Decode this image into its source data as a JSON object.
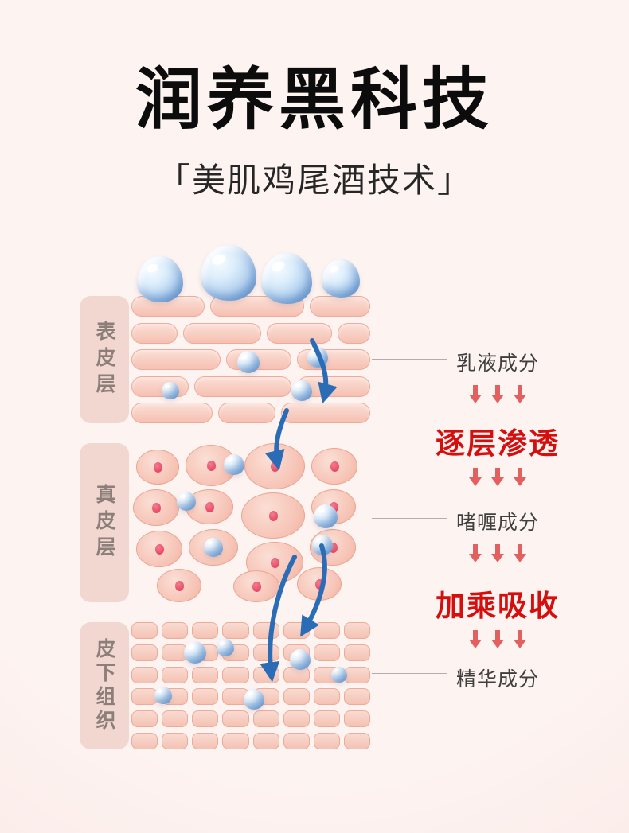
{
  "page": {
    "title": "润养黑科技",
    "subtitle": "「美肌鸡尾酒技术」"
  },
  "diagram": {
    "layers": [
      {
        "id": "epidermis",
        "label": "表皮层"
      },
      {
        "id": "dermis",
        "label": "真皮层"
      },
      {
        "id": "subcutis",
        "label": "皮下组织"
      }
    ]
  },
  "annotations": {
    "lotion_label": "乳液成分",
    "penetrate_heading": "逐层渗透",
    "gel_label": "啫喱成分",
    "absorb_heading": "加乘吸收",
    "essence_label": "精华成分"
  },
  "colors": {
    "background": "#fdf3f1",
    "heading_red": "#d50e0e",
    "red_arrow": "#e26060",
    "blue_arrow": "#2a6cb5",
    "layer_label_bg": "#f2d7d1",
    "layer_label_text": "#8c7e79",
    "cell_pink": "#f5bfb0",
    "nucleus_red": "#e84a64",
    "droplet_blue": "#b2d0ef",
    "label_text": "#3f3f3f"
  }
}
